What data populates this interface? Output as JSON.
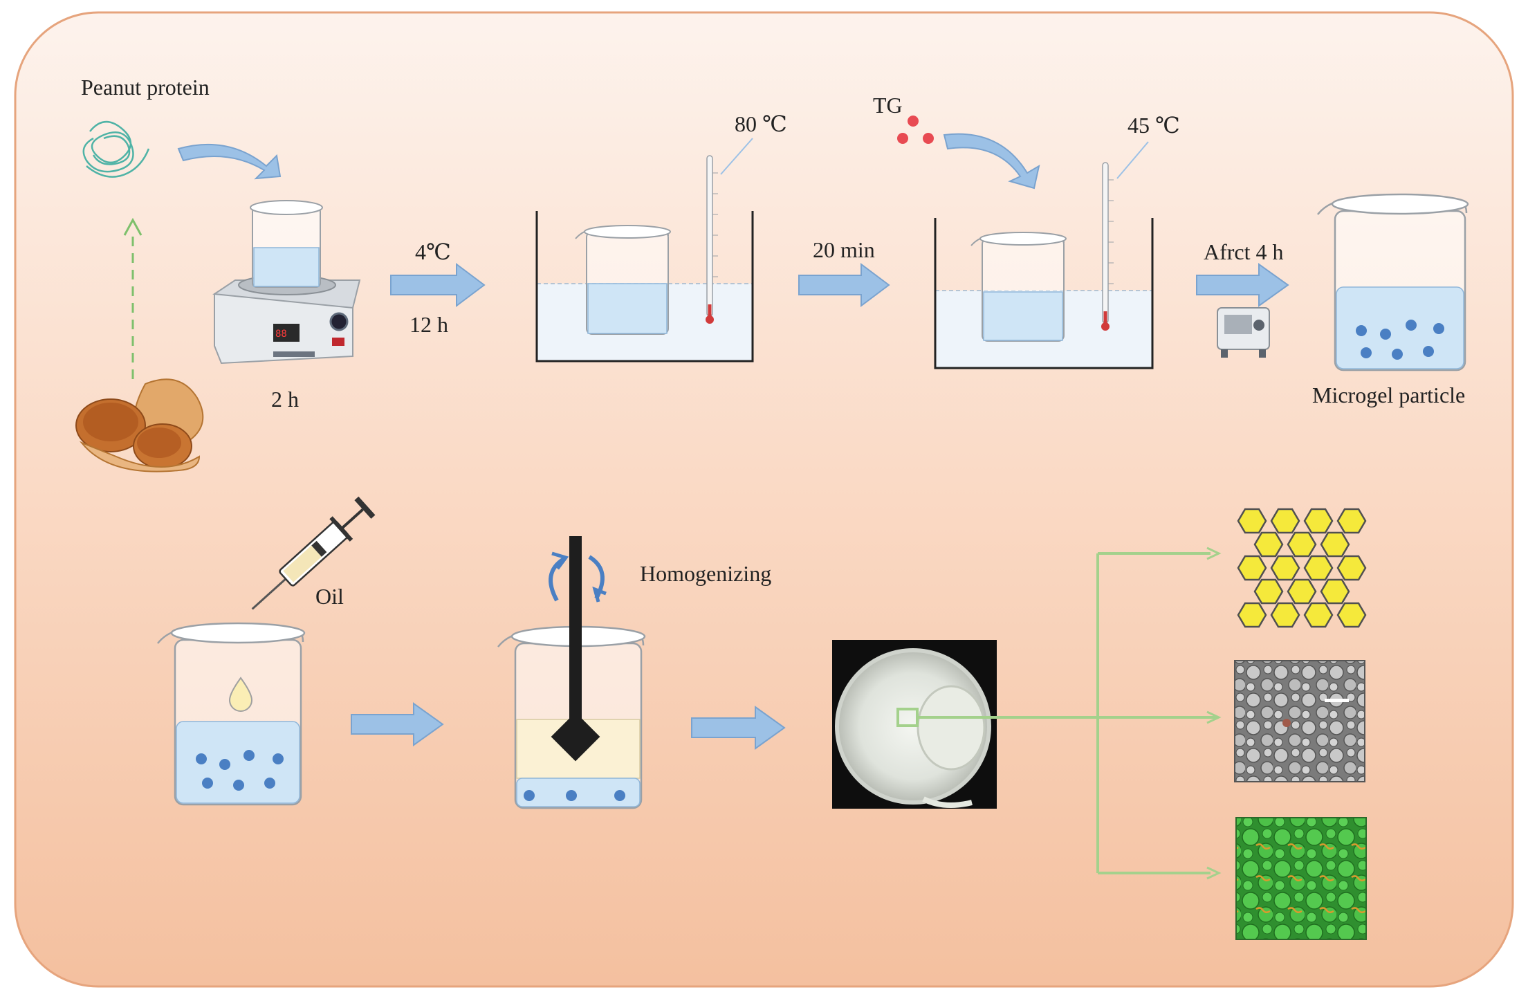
{
  "labels": {
    "peanut_protein": "Peanut protein",
    "stir_time": "2 h",
    "cool_temp": "4℃",
    "cool_time": "12 h",
    "heat_temp": "80 ℃",
    "heat_time": "20 min",
    "enzyme": "TG",
    "enzyme_temp": "45 ℃",
    "after_time": "Afrct 4 h",
    "microgel": "Microgel particle",
    "oil": "Oil",
    "homogenizing": "Homogenizing"
  },
  "colors": {
    "background_top": "#fdf1ea",
    "background_bottom": "#f5c3a3",
    "border": "#e6a47d",
    "liquid_blue": "#cfe5f6",
    "arrow_blue": "#9cc1e6",
    "particle_blue": "#4a7fc3",
    "oil_phase": "#fbf1d4",
    "connector_green": "#a4d18c",
    "hexagon_fill": "#f5e93b",
    "confocal_green": "#4cc24a",
    "tg_red": "#e84a52"
  },
  "icons": {
    "protein": "protein-coil-icon",
    "peanut": "peanut-icon",
    "stirrer": "magnetic-stirrer-icon",
    "thermometer": "thermometer-icon",
    "homogenizer": "homogenizer-icon",
    "syringe": "syringe-icon",
    "rotation": "rotation-arrows-icon"
  }
}
